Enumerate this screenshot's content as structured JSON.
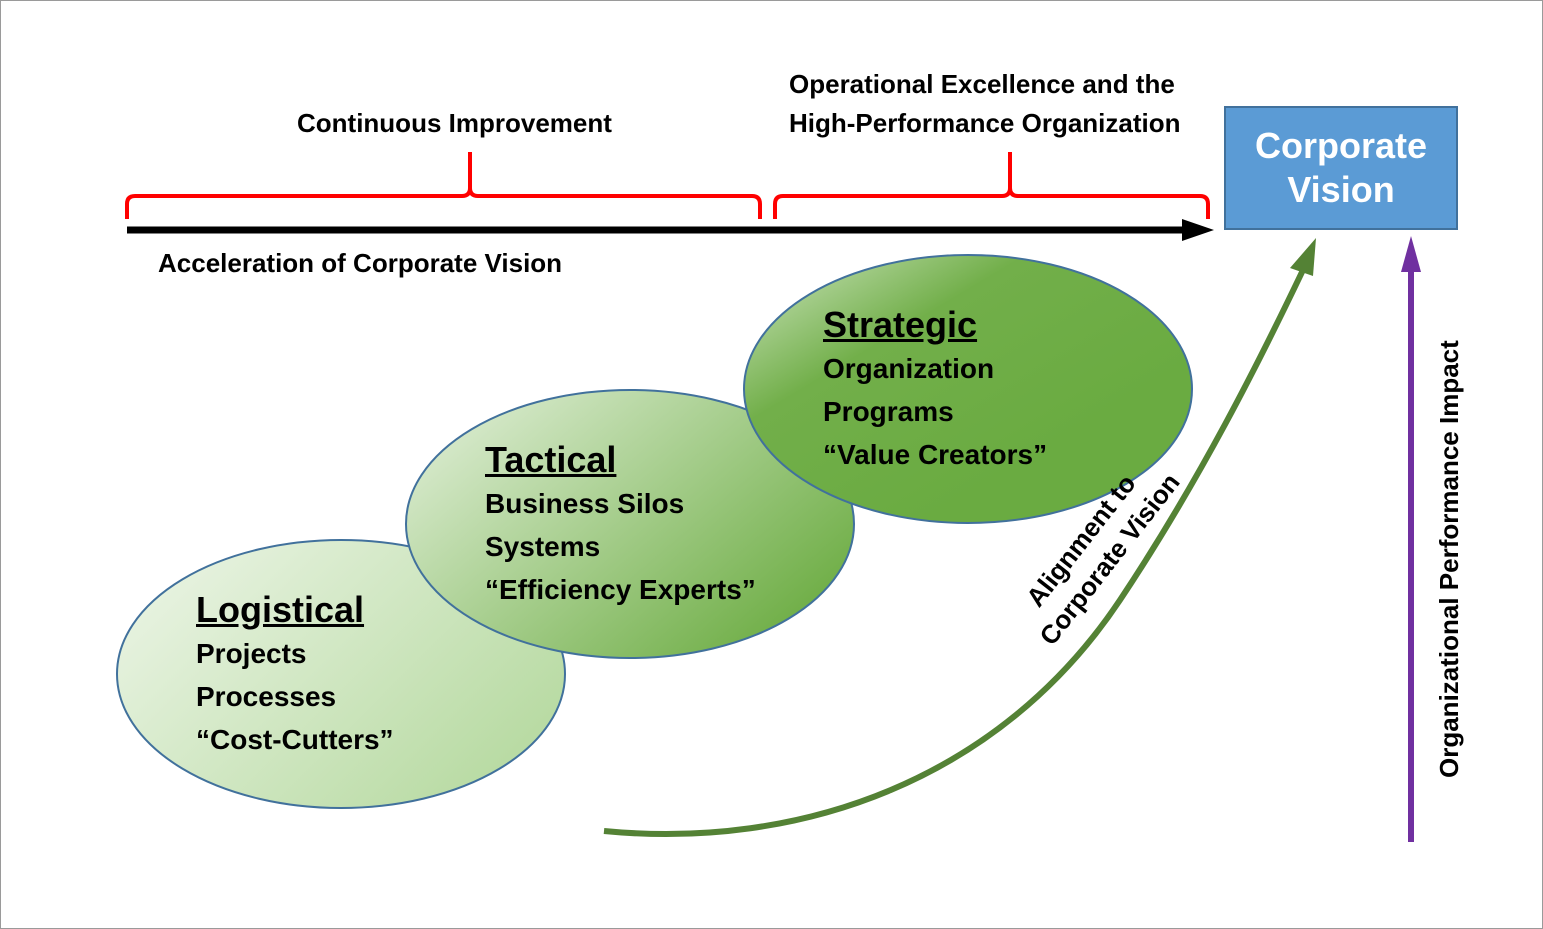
{
  "diagram": {
    "top_labels": {
      "continuous_improvement": "Continuous Improvement",
      "operational_excellence_line1": "Operational Excellence and the",
      "operational_excellence_line2": "High-Performance Organization",
      "acceleration": "Acceleration of Corporate Vision"
    },
    "corporate_vision": {
      "line1": "Corporate",
      "line2": "Vision"
    },
    "ellipses": [
      {
        "title": "Logistical",
        "lines": [
          "Projects",
          "Processes",
          "“Cost-Cutters”"
        ]
      },
      {
        "title": "Tactical",
        "lines": [
          "Business Silos",
          "Systems",
          "“Efficiency Experts”"
        ]
      },
      {
        "title": "Strategic",
        "lines": [
          "Organization",
          "Programs",
          "“Value Creators”"
        ]
      }
    ],
    "alignment_label": {
      "line1": "Alignment to",
      "line2": "Corporate Vision"
    },
    "impact_label": "Organizational Performance Impact",
    "colors": {
      "bracket": "#ff0000",
      "timeline": "#000000",
      "vision_box": "#5b9bd5",
      "alignment_arrow": "#548235",
      "impact_arrow": "#7030a0",
      "ellipse_dark": "#70ad47",
      "ellipse_light": "#e2efda",
      "ellipse_border": "#41719c"
    }
  }
}
